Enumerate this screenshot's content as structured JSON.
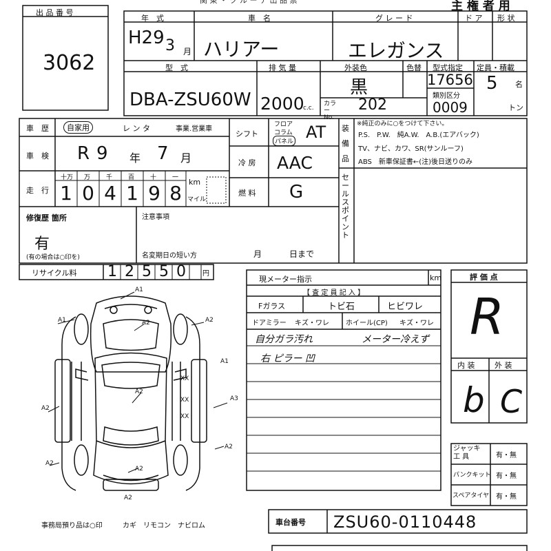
{
  "lot": {
    "label": "出 品 番 号",
    "number": "3062"
  },
  "top_title": "主 権 者 用",
  "header_partial": "関 東 ・ ク ル ー チ 出 品 票",
  "row1": {
    "year_label": "年　式",
    "name_label": "車　名",
    "grade_label": "グ レ ー ド",
    "door_label": "ド ア",
    "shape_label": "形 状",
    "year_value": "H29",
    "month_value": "3",
    "month_unit": "月",
    "name_value": "ハリアー",
    "grade_value": "エレガンス"
  },
  "row2": {
    "model_label": "型　式",
    "disp_label": "排 気 量",
    "color_label": "外装色",
    "shade_label": "色替",
    "type_label": "型式指定",
    "cap_label": "定員・積載",
    "model_value": "DBA-ZSU60W",
    "disp_value": "2000",
    "cc": "c.c.",
    "color_value": "黒",
    "colorno_label": "カラー No.",
    "colorno_value": "202",
    "type_value": "17656",
    "class_label": "類別区分",
    "class_value": "0009",
    "cap_value": "5",
    "cap_unit": "名",
    "ton_unit": "トン"
  },
  "history": {
    "label": "車　歴",
    "own": "自家用",
    "rental": "レ ン タ",
    "business": "事業.営業車"
  },
  "inspection": {
    "label": "車　検",
    "era": "R",
    "year": "9",
    "year_unit": "年",
    "month": "7",
    "month_unit": "月"
  },
  "mileage": {
    "label": "走　行",
    "units": [
      "十万",
      "万",
      "千",
      "百",
      "十",
      "一"
    ],
    "digits": [
      "1",
      "0",
      "4",
      "1",
      "9",
      "8"
    ],
    "km": "km",
    "mile": "マイル"
  },
  "shift": {
    "label": "シフト",
    "opts": [
      "フロア",
      "コラム",
      "パネル"
    ],
    "value": "AT"
  },
  "ac": {
    "label": "冷 房",
    "value": "AAC"
  },
  "fuel": {
    "label": "燃 料",
    "value": "G"
  },
  "equip": {
    "label": "装 備 品",
    "note": "※純正のみに○をつけて下さい。",
    "line1": "P.S.　P.W.　純A.W.　A.B.(エアバック)",
    "line2": "TV、ナビ、カワ、SR(サンルーフ)",
    "line3": "ABS　新車保証書←(注)後日送りのみ"
  },
  "sales_point": "セールスポイント",
  "repair": {
    "label": "修復歴 箇所",
    "value": "有",
    "note": "(有の場合は○印を)"
  },
  "notice": {
    "label": "注意事項",
    "shortest": "名変期日の短い方",
    "month": "月",
    "day": "日まで"
  },
  "recycle": {
    "label": "リサイクル料",
    "digits": [
      "1",
      "2",
      "5",
      "5",
      "0"
    ],
    "unit": "円"
  },
  "meter": {
    "label": "現メーター指示",
    "km": "km"
  },
  "inspector": {
    "title": "【 査 定 員 記 入 】",
    "fglass": "Fガラス",
    "fglass_v1": "トビ石",
    "fglass_v2": "ヒビワレ",
    "mirror": "ドアミラー",
    "mirror_v": "キズ・ワレ",
    "wheel": "ホイール(CP)",
    "wheel_v": "キズ・ワレ",
    "note1": "自分ガラ汚れ",
    "note1b": "メーター冷えず",
    "note2": "右 ピラー 凹"
  },
  "score": {
    "label": "評 価 点",
    "value": "R",
    "interior_label": "内 装",
    "exterior_label": "外 装",
    "interior": "b",
    "exterior": "C"
  },
  "tools": {
    "jack": "ジャッキ 工 具",
    "puncture": "パンクキット",
    "spare": "スペアタイヤ",
    "yesno": "有・無"
  },
  "office": {
    "label": "事務局預り品は○印",
    "items": "カギ　リモコン　ナビロム"
  },
  "chassis": {
    "label": "車台番号",
    "value": "ZSU60-0110448"
  },
  "damage_marks": [
    "A1",
    "A1",
    "A2",
    "A2",
    "A1",
    "A2",
    "A2",
    "A3",
    "A2",
    "A2",
    "A2",
    "A2",
    "XX",
    "XX",
    "XX"
  ]
}
